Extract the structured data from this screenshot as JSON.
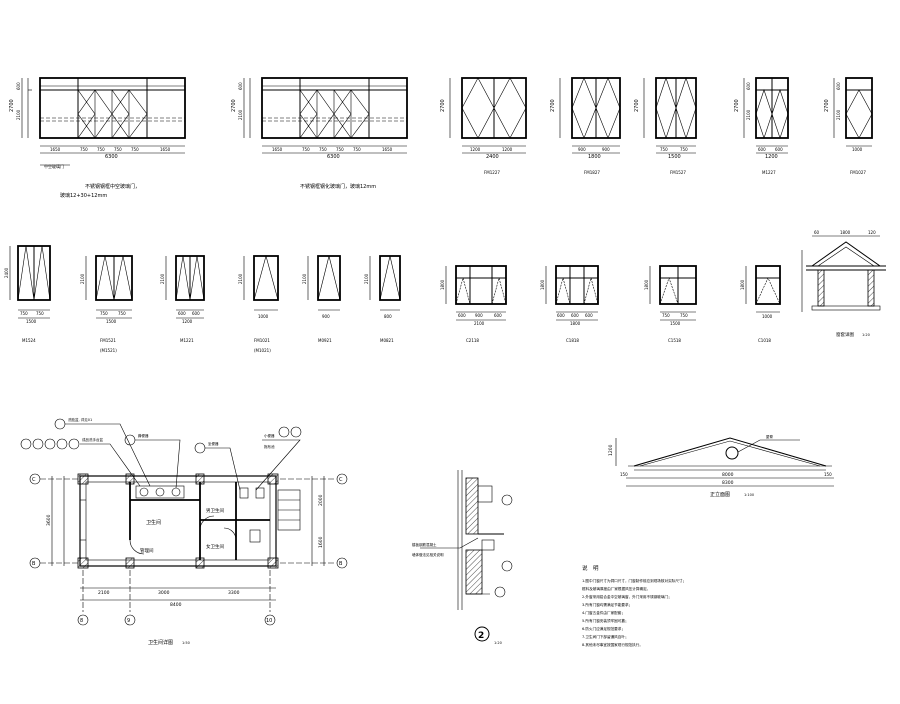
{
  "elevations_row1": [
    {
      "id": "door-1",
      "dims_total": "6300",
      "dims_parts": [
        "1650",
        "750",
        "750",
        "750",
        "750",
        "1650"
      ],
      "h_total": "2700",
      "h_parts": [
        "600",
        "2100"
      ],
      "note": "不锈钢钢框中空玻璃门，",
      "note2": "玻璃12+30+12mm",
      "leader": "中空玻璃门"
    },
    {
      "id": "door-2",
      "dims_total": "6300",
      "dims_parts": [
        "1650",
        "750",
        "750",
        "750",
        "750",
        "1650"
      ],
      "h_total": "2700",
      "h_parts": [
        "600",
        "2100"
      ],
      "note": "不锈钢框钢化玻璃门，玻璃12mm"
    },
    {
      "id": "door-3",
      "label": "FM1227",
      "dims_total": "2400",
      "dims_parts": [
        "1200",
        "1200"
      ],
      "h_total": "2700"
    },
    {
      "id": "door-4",
      "label": "FM1827",
      "dims_total": "1800",
      "dims_parts": [
        "900",
        "900"
      ],
      "h_total": "2700"
    },
    {
      "id": "door-5",
      "label": "FM1527",
      "dims_total": "1500",
      "dims_parts": [
        "750",
        "750"
      ],
      "h_total": "2700"
    },
    {
      "id": "door-6",
      "label": "M1227",
      "dims_total": "1200",
      "dims_parts": [
        "600",
        "600"
      ],
      "h_total": "2700",
      "h_parts": [
        "600",
        "2100"
      ]
    },
    {
      "id": "door-7",
      "label": "FM1027",
      "dims_total": "1000",
      "h_total": "2700",
      "h_parts": [
        "600",
        "2100"
      ]
    }
  ],
  "elevations_row2": [
    {
      "id": "r2-1",
      "label": "M1524",
      "dims_total": "1500",
      "dims_parts": [
        "750",
        "750"
      ],
      "h_total": "2400"
    },
    {
      "id": "r2-2",
      "label": "FM1521",
      "sub": "(M1521)",
      "dims_total": "1500",
      "dims_parts": [
        "750",
        "750"
      ],
      "h_total": "2100"
    },
    {
      "id": "r2-3",
      "label": "M1221",
      "dims_total": "1200",
      "dims_parts": [
        "600",
        "600"
      ],
      "h_total": "2100"
    },
    {
      "id": "r2-4",
      "label": "FM1021",
      "sub": "(M1021)",
      "dims_total": "1000",
      "h_total": "2100"
    },
    {
      "id": "r2-5",
      "label": "M0921",
      "dims_total": "900",
      "h_total": "2100"
    },
    {
      "id": "r2-6",
      "label": "M0821",
      "dims_total": "800",
      "h_total": "2100"
    },
    {
      "id": "r2-7",
      "label": "C2118",
      "dims_total": "2100",
      "dims_parts": [
        "600",
        "900",
        "600"
      ],
      "h_total": "1800"
    },
    {
      "id": "r2-8",
      "label": "C1818",
      "dims_total": "1800",
      "dims_parts": [
        "600",
        "600",
        "600"
      ],
      "h_total": "1800"
    },
    {
      "id": "r2-9",
      "label": "C1518",
      "dims_total": "1500",
      "dims_parts": [
        "750",
        "750"
      ],
      "h_total": "1800"
    },
    {
      "id": "r2-10",
      "label": "C1018",
      "dims_total": "1000",
      "h_total": "1800"
    }
  ],
  "door_head_detail": {
    "title": "窗套详图",
    "scale": "1:20",
    "dims_top": [
      "60",
      "1800",
      "120"
    ]
  },
  "toilet_plan": {
    "title": "卫生间详图",
    "scale": "1:50",
    "axes_h": [
      "C",
      "B"
    ],
    "axes_v": [
      "8",
      "9",
      "10"
    ],
    "dim_bottom": [
      "2100",
      "3000",
      "3300"
    ],
    "dim_total": "8400",
    "dim_left": [
      "3600"
    ],
    "dim_right": [
      "2000",
      "1600"
    ],
    "rooms": [
      "卫生间",
      "男卫生间",
      "女卫生间",
      "管理间"
    ],
    "callouts": [
      "洗脸盆, 详见01",
      "成品洗手台盆",
      "蹲便器",
      "坐便器",
      "小便器",
      "拖布池"
    ]
  },
  "wall_section": {
    "number": "2",
    "scale": "1:20",
    "notes": [
      "楼板钢筋混凝土",
      "墙体做法见相关说明"
    ]
  },
  "roof_elevation": {
    "title": "正立面图",
    "scale": "1:100",
    "span": "8000",
    "overhang": "150",
    "total": "8300",
    "height": "1200",
    "ridge_note": "屋脊"
  },
  "notes": {
    "heading": "说　明",
    "lines": [
      "1.图中门窗尺寸为洞口尺寸，门窗制作前应到现场核对实际尺寸；",
      "  框料及玻璃厚度由厂家根据风压计算确定。",
      "2.外窗采用铝合金中空玻璃窗，外门采用不锈钢玻璃门；",
      "3.所有门窗均需满足节能要求；",
      "4.门窗五金件由厂家配套；",
      "5.所有门窗安装须牢固可靠；",
      "6.防火门应满足规范要求；",
      "7.卫生间门下部留通风百叶；",
      "8.其他未尽事宜按国家现行规范执行。"
    ]
  }
}
